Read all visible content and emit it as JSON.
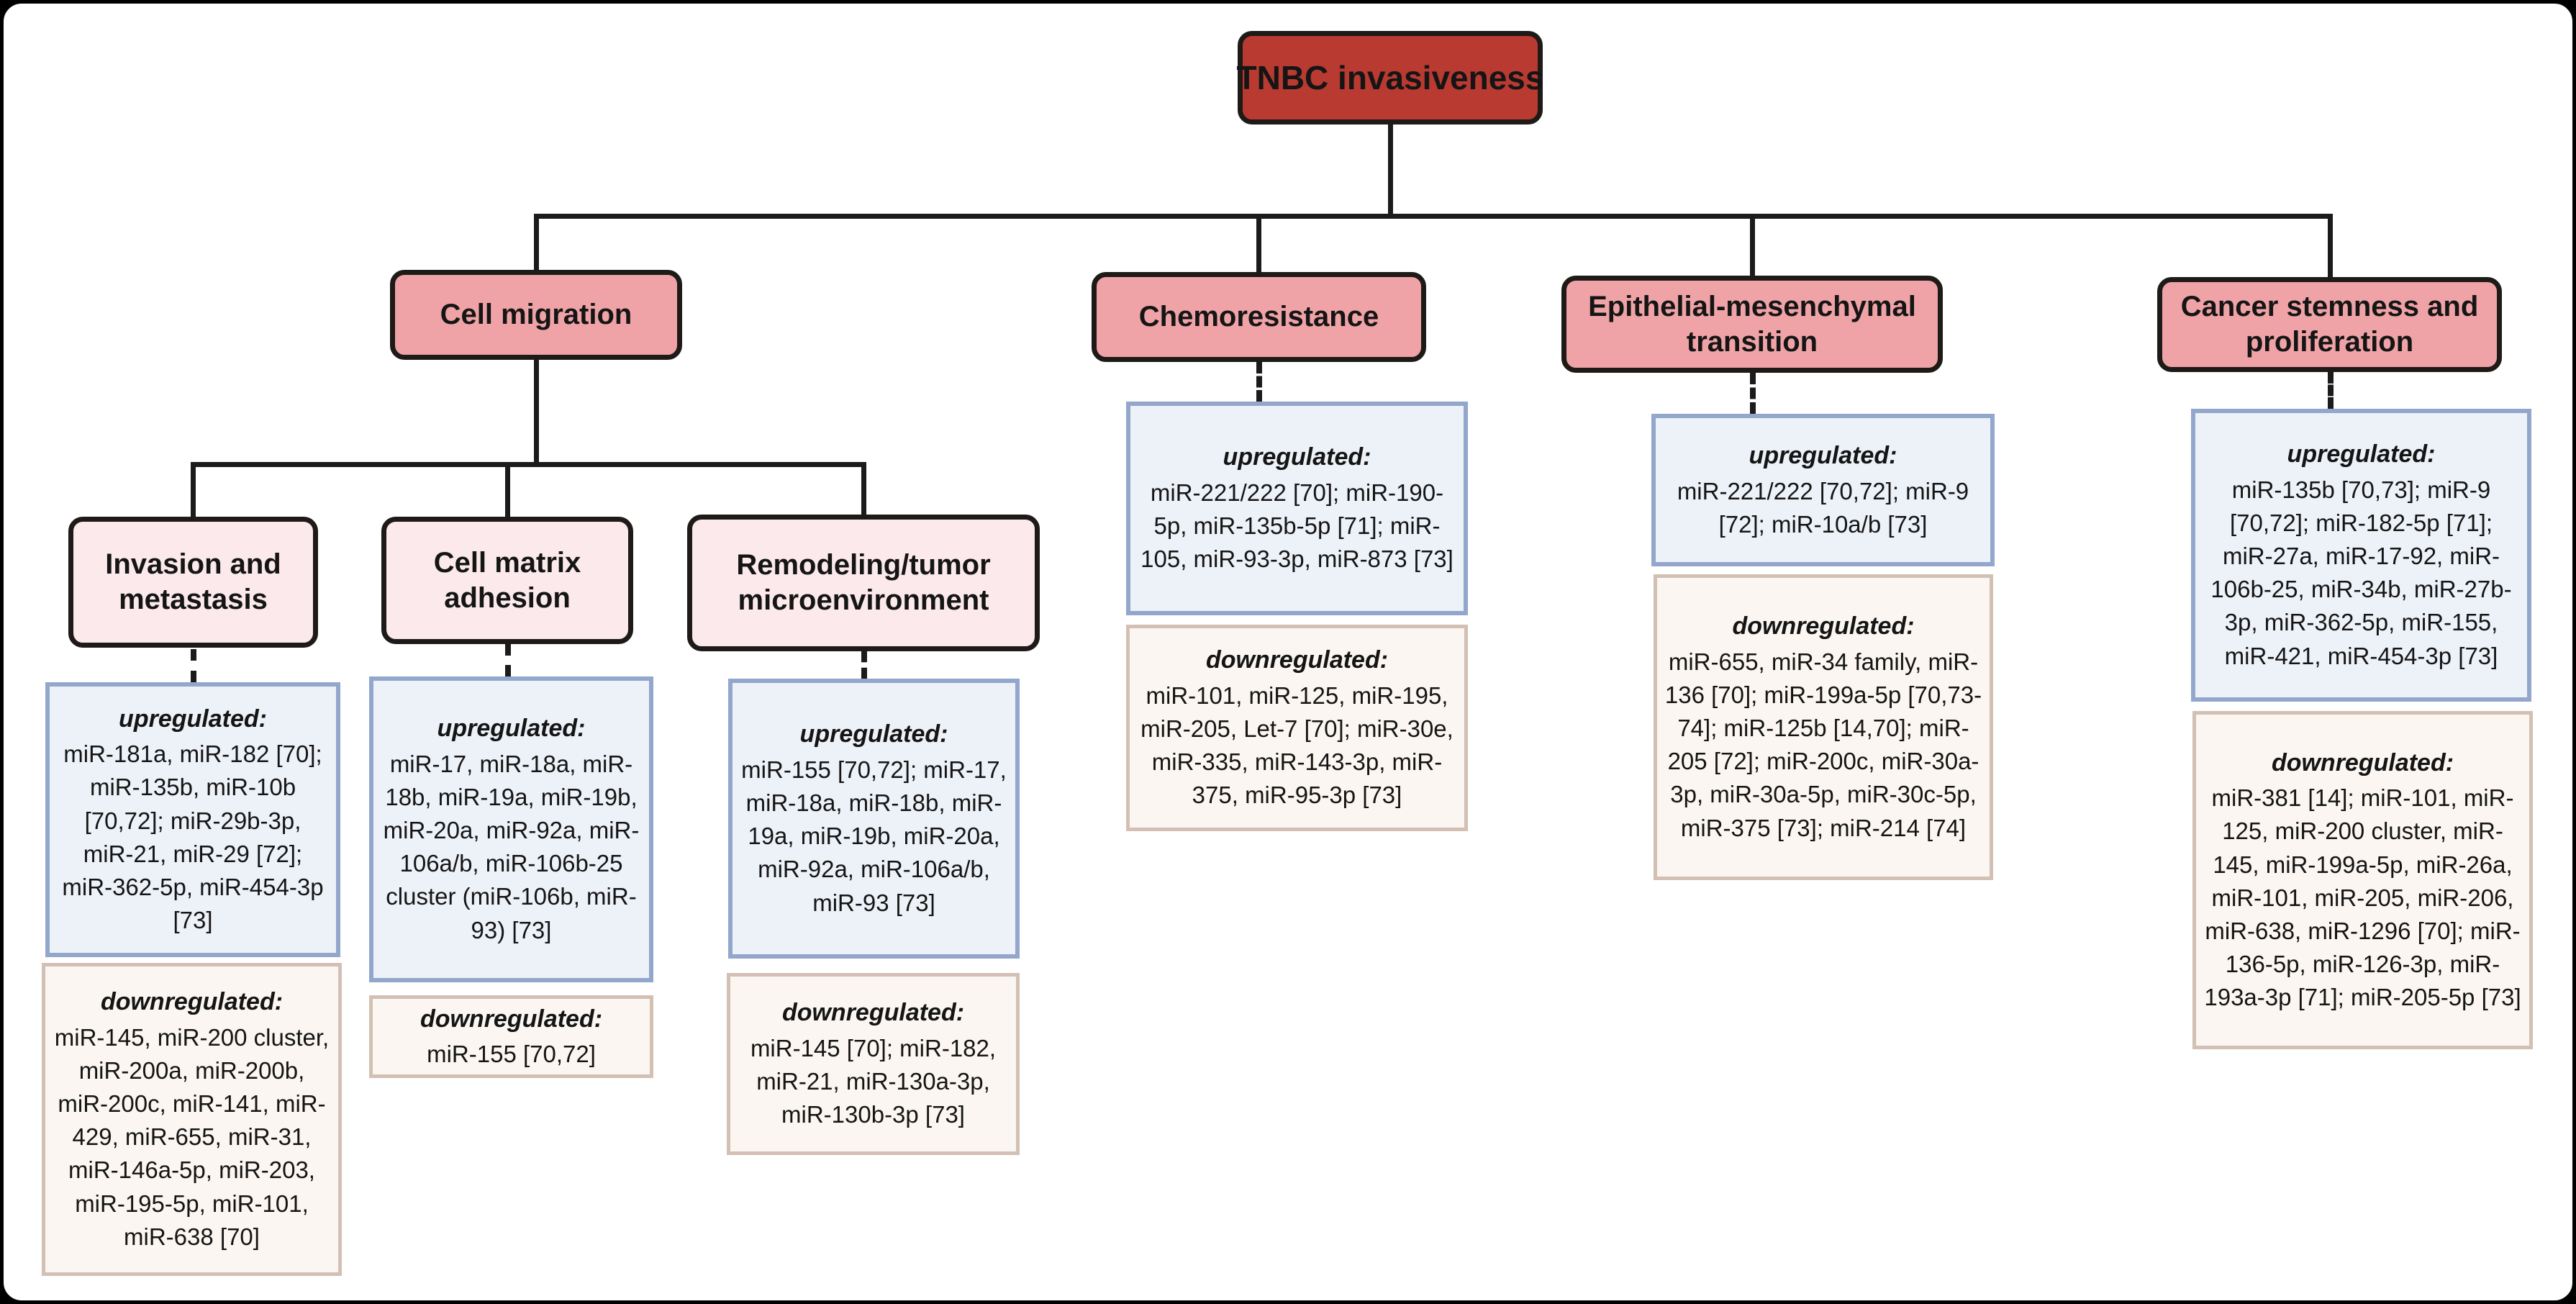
{
  "diagram": {
    "root": {
      "label": "TNBC invasiveness"
    },
    "up_heading": "upregulated:",
    "down_heading": "downregulated:",
    "branches": {
      "cell_migration": {
        "label": "Cell migration"
      },
      "chemoresistance": {
        "label": "Chemoresistance",
        "up": "miR-221/222 [70]; miR-190-5p, miR-135b-5p [71]; miR-105, miR-93-3p, miR-873 [73]",
        "down": "miR-101, miR-125, miR-195, miR-205, Let-7 [70]; miR-30e, miR-335, miR-143-3p, miR-375, miR-95-3p [73]"
      },
      "emt": {
        "label": "Epithelial-mesenchymal transition",
        "up": "miR-221/222 [70,72]; miR-9 [72]; miR-10a/b [73]",
        "down": "miR-655, miR-34 family, miR-136 [70]; miR-199a-5p [70,73-74]; miR-125b [14,70]; miR-205 [72]; miR-200c, miR-30a-3p, miR-30a-5p, miR-30c-5p, miR-375 [73]; miR-214 [74]"
      },
      "stemness": {
        "label": "Cancer stemness and proliferation",
        "up": "miR-135b [70,73]; miR-9 [70,72]; miR-182-5p [71]; miR-27a, miR-17-92, miR-106b-25, miR-34b, miR-27b-3p, miR-362-5p, miR-155, miR-421, miR-454-3p [73]",
        "down": "miR-381 [14]; miR-101, miR-125, miR-200 cluster, miR-145, miR-199a-5p, miR-26a, miR-101, miR-205, miR-206, miR-638, miR-1296 [70]; miR-136-5p, miR-126-3p, miR-193a-3p [71]; miR-205-5p [73]"
      }
    },
    "sub_branches": {
      "invasion": {
        "label": "Invasion and metastasis",
        "up": "miR-181a, miR-182 [70]; miR-135b, miR-10b [70,72]; miR-29b-3p, miR-21, miR-29 [72]; miR-362-5p, miR-454-3p [73]",
        "down": "miR-145, miR-200 cluster, miR-200a, miR-200b, miR-200c, miR-141, miR-429, miR-655, miR-31, miR-146a-5p, miR-203, miR-195-5p, miR-101, miR-638 [70]"
      },
      "matrix": {
        "label": "Cell matrix adhesion",
        "up": "miR-17, miR-18a, miR-18b, miR-19a, miR-19b, miR-20a, miR-92a, miR-106a/b, miR-106b-25 cluster (miR-106b, miR-93) [73]",
        "down": "miR-155 [70,72]"
      },
      "remodeling": {
        "label": "Remodeling/tumor microenvironment",
        "up": "miR-155 [70,72]; miR-17, miR-18a, miR-18b, miR-19a, miR-19b, miR-20a, miR-92a, miR-106a/b, miR-93 [73]",
        "down": "miR-145 [70]; miR-182, miR-21, miR-130a-3p, miR-130b-3p [73]"
      }
    },
    "colors": {
      "root_bg": "#b93a31",
      "branch_bg": "#efa3a6",
      "sub_branch_bg": "#fbe9eb",
      "upregulated_bg": "#edf1f8",
      "upregulated_border": "#92a7cb",
      "downregulated_bg": "#fbf6f1",
      "downregulated_border": "#d3c0b4",
      "connector": "#1b1b1b"
    }
  }
}
